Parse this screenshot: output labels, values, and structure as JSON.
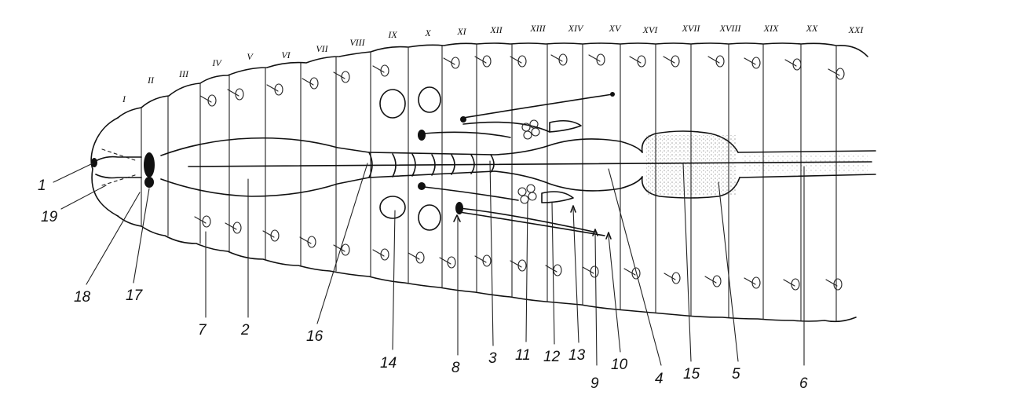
{
  "segments": [
    "I",
    "II",
    "III",
    "IV",
    "V",
    "VI",
    "VII",
    "VIII",
    "IX",
    "X",
    "XI",
    "XII",
    "XIII",
    "XIV",
    "XV",
    "XVI",
    "XVII",
    "XVIII",
    "XIX",
    "XX",
    "XXI"
  ],
  "labels": [
    "1",
    "2",
    "3",
    "4",
    "5",
    "6",
    "7",
    "8",
    "9",
    "10",
    "11",
    "12",
    "13",
    "14",
    "15",
    "16",
    "17",
    "18",
    "19"
  ],
  "colors": {
    "ink": "#111111",
    "paper": "#ffffff"
  }
}
